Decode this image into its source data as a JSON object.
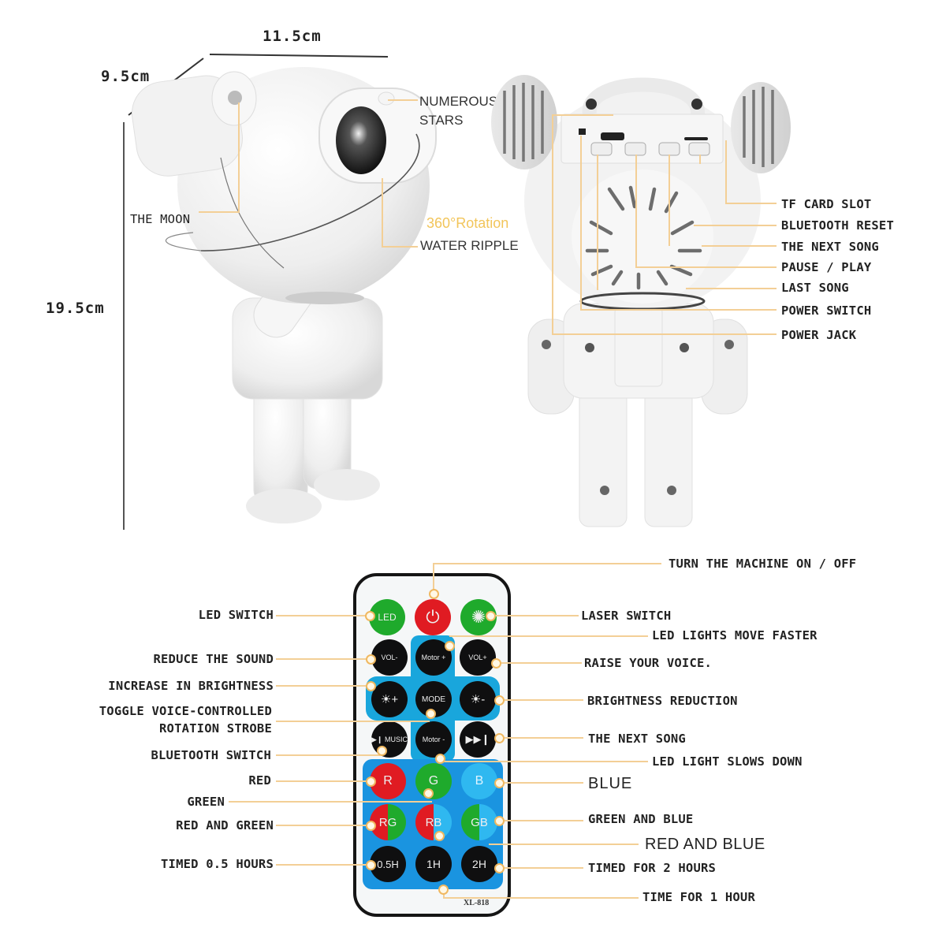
{
  "dimensions": {
    "width": "11.5cm",
    "depth": "9.5cm",
    "height": "19.5cm"
  },
  "front_view": {
    "callouts": [
      {
        "id": "numerous-stars",
        "lines": [
          "NUMEROUS",
          "STARS"
        ]
      },
      {
        "id": "the-moon",
        "text": "THE MOON"
      },
      {
        "id": "rotation",
        "text": "360°Rotation"
      },
      {
        "id": "water-ripple",
        "text": "WATER RIPPLE"
      }
    ]
  },
  "back_view": {
    "callouts": [
      {
        "id": "tf-card-slot",
        "text": "TF CARD SLOT"
      },
      {
        "id": "bluetooth-reset",
        "text": "BLUETOOTH RESET"
      },
      {
        "id": "the-next-song",
        "text": "THE NEXT SONG"
      },
      {
        "id": "pause-play",
        "text": "PAUSE / PLAY"
      },
      {
        "id": "last-song",
        "text": "LAST SONG"
      },
      {
        "id": "power-switch",
        "text": "POWER SWITCH"
      },
      {
        "id": "power-jack",
        "text": "POWER JACK"
      }
    ]
  },
  "remote": {
    "model": "XL-818",
    "buttons": [
      {
        "row": 0,
        "col": 0,
        "label": "LED",
        "color": "#1faa2c"
      },
      {
        "row": 0,
        "col": 1,
        "label": "⏻",
        "color": "#e01b22"
      },
      {
        "row": 0,
        "col": 2,
        "label": "✺",
        "color": "#1faa2c"
      },
      {
        "row": 1,
        "col": 0,
        "label": "VOL-",
        "color": "#0f0f10"
      },
      {
        "row": 1,
        "col": 1,
        "label": "Motor +",
        "color": "#0f0f10"
      },
      {
        "row": 1,
        "col": 2,
        "label": "VOL+",
        "color": "#0f0f10"
      },
      {
        "row": 2,
        "col": 0,
        "label": "☀+",
        "color": "#0f0f10"
      },
      {
        "row": 2,
        "col": 1,
        "label": "MODE",
        "color": "#0f0f10"
      },
      {
        "row": 2,
        "col": 2,
        "label": "☀-",
        "color": "#0f0f10"
      },
      {
        "row": 3,
        "col": 0,
        "label": "▶❙ MUSIC",
        "color": "#0f0f10"
      },
      {
        "row": 3,
        "col": 1,
        "label": "Motor -",
        "color": "#0f0f10"
      },
      {
        "row": 3,
        "col": 2,
        "label": "▶▶❙",
        "color": "#0f0f10"
      },
      {
        "row": 4,
        "col": 0,
        "label": "R",
        "color": "#e01b22"
      },
      {
        "row": 4,
        "col": 1,
        "label": "G",
        "color": "#1faa2c"
      },
      {
        "row": 4,
        "col": 2,
        "label": "B",
        "color": "#2fb8f0"
      },
      {
        "row": 5,
        "col": 0,
        "label": "RG",
        "color": "split-red-green"
      },
      {
        "row": 5,
        "col": 1,
        "label": "RB",
        "color": "split-red-blue"
      },
      {
        "row": 5,
        "col": 2,
        "label": "GB",
        "color": "split-green-blue"
      },
      {
        "row": 6,
        "col": 0,
        "label": "0.5H",
        "color": "#0f0f10"
      },
      {
        "row": 6,
        "col": 1,
        "label": "1H",
        "color": "#0f0f10"
      },
      {
        "row": 6,
        "col": 2,
        "label": "2H",
        "color": "#0f0f10"
      }
    ],
    "left_labels": {
      "led_switch": "LED SWITCH",
      "reduce_sound": "REDUCE THE SOUND",
      "increase_brightness": "INCREASE IN BRIGHTNESS",
      "toggle_voice_1": "TOGGLE VOICE-CONTROLLED",
      "toggle_voice_2": "ROTATION STROBE",
      "bluetooth_switch": "BLUETOOTH SWITCH",
      "red": "RED",
      "green": "GREEN",
      "red_and_green": "RED AND GREEN",
      "timed_05": "TIMED 0.5 HOURS"
    },
    "right_labels": {
      "power": "TURN THE MACHINE ON / OFF",
      "laser_switch": "LASER SWITCH",
      "led_faster": "LED LIGHTS MOVE FASTER",
      "raise_voice": "RAISE YOUR VOICE.",
      "brightness_reduction": "BRIGHTNESS REDUCTION",
      "next_song": "THE NEXT SONG",
      "led_slower": "LED LIGHT SLOWS DOWN",
      "blue": "BLUE",
      "green_and_blue": "GREEN AND BLUE",
      "red_and_blue": "RED AND BLUE",
      "timed_2h": "TIMED FOR 2 HOURS",
      "time_1h": "TIME FOR 1 HOUR"
    }
  },
  "colors": {
    "callout_line": "#f3cf96",
    "callout_dot": "#f0b860",
    "rotation_text": "#f2c55a",
    "remote_blue": "#19a6dc",
    "remote_pad_blue": "#1a94e0"
  }
}
